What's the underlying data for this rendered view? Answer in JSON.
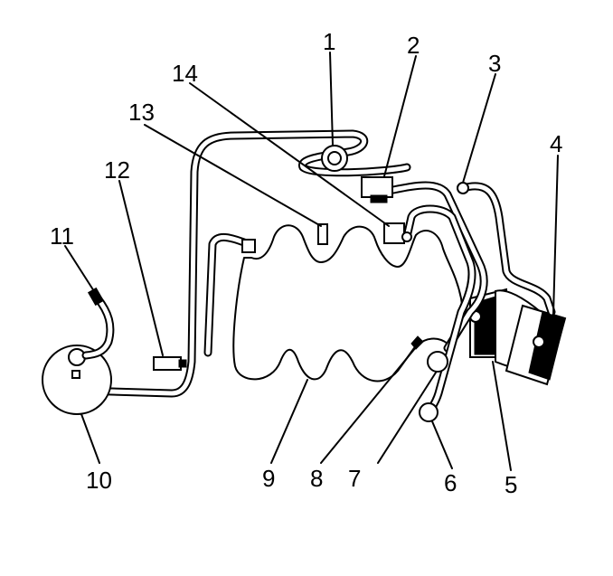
{
  "callouts": [
    {
      "id": 1,
      "label": "1"
    },
    {
      "id": 2,
      "label": "2"
    },
    {
      "id": 3,
      "label": "3"
    },
    {
      "id": 4,
      "label": "4"
    },
    {
      "id": 5,
      "label": "5"
    },
    {
      "id": 6,
      "label": "6"
    },
    {
      "id": 7,
      "label": "7"
    },
    {
      "id": 8,
      "label": "8"
    },
    {
      "id": 9,
      "label": "9"
    },
    {
      "id": 10,
      "label": "10"
    },
    {
      "id": 11,
      "label": "11"
    },
    {
      "id": 12,
      "label": "12"
    },
    {
      "id": 13,
      "label": "13"
    },
    {
      "id": 14,
      "label": "14"
    }
  ]
}
